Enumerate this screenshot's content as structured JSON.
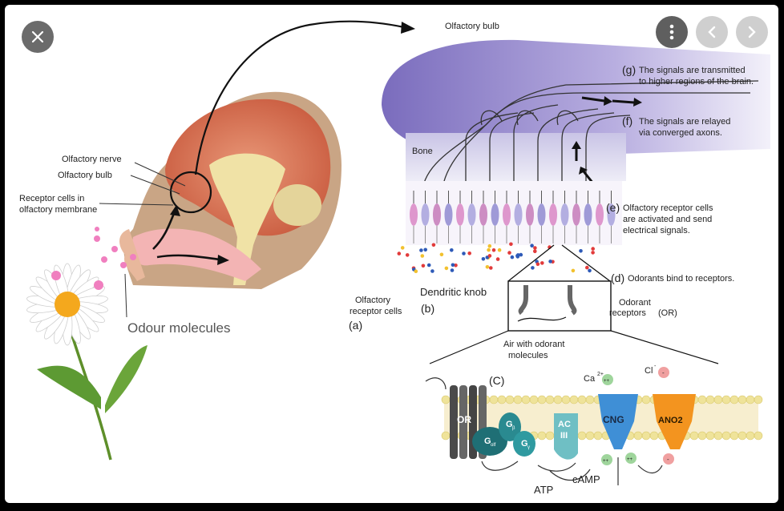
{
  "viewer": {
    "close_icon": "close-icon",
    "more_icon": "more-vertical-icon",
    "prev_icon": "chevron-left-icon",
    "next_icon": "chevron-right-icon"
  },
  "labels": {
    "olfactory_bulb_top": "Olfactory bulb",
    "olfactory_nerve": "Olfactory nerve",
    "olfactory_bulb_left": "Olfactory bulb",
    "receptor_cells_line1": "Receptor cells in",
    "receptor_cells_line2": "olfactory membrane",
    "odour_molecules": "Odour molecules",
    "bone": "Bone",
    "g_marker": "(g)",
    "g_line1": "The signals are transmitted",
    "g_line2": "to higher regions of the brain.",
    "f_marker": "(f)",
    "f_line1": "The signals are relayed",
    "f_line2": "via converged axons.",
    "e_marker": "(e)",
    "e_line1": "Olfactory receptor cells",
    "e_line2": "are activated and send",
    "e_line3": "electrical signals.",
    "d_marker": "(d)",
    "d_text": "Odorants bind to receptors.",
    "dendritic_knob": "Dendritic knob",
    "b_marker": "(b)",
    "orc_line1": "Olfactory",
    "orc_line2": "receptor cells",
    "a_marker": "(a)",
    "odorant_line1": "Odorant",
    "odorant_line2": "receptors",
    "or_abbr": "(OR)",
    "air_line1": "Air with odorant",
    "air_line2": "molecules",
    "c_marker": "(C)",
    "ca": "Ca",
    "ca_sup": "2+",
    "cl": "Cl",
    "cl_sup": "-",
    "plus": "++",
    "minus": "-",
    "or_channel": "OR",
    "g_beta": "G",
    "g_beta_sub": "β",
    "g_olf": "G",
    "g_olf_sub": "olf",
    "g_gamma": "G",
    "g_gamma_sub": "γ",
    "ac_line1": "AC",
    "ac_line2": "III",
    "cng": "CNG",
    "ano2": "ANO2",
    "atp": "ATP",
    "camp": "cAMP"
  },
  "colors": {
    "bulb": "#8b7fc6",
    "brain": "#d97a5a",
    "membrane_bead": "#f2e6a0",
    "cng": "#3f8fd6",
    "ano2": "#f3941f",
    "gprotein": "#2a8a90",
    "or_channel": "#555555",
    "petal_dots": "#f07fbf"
  }
}
